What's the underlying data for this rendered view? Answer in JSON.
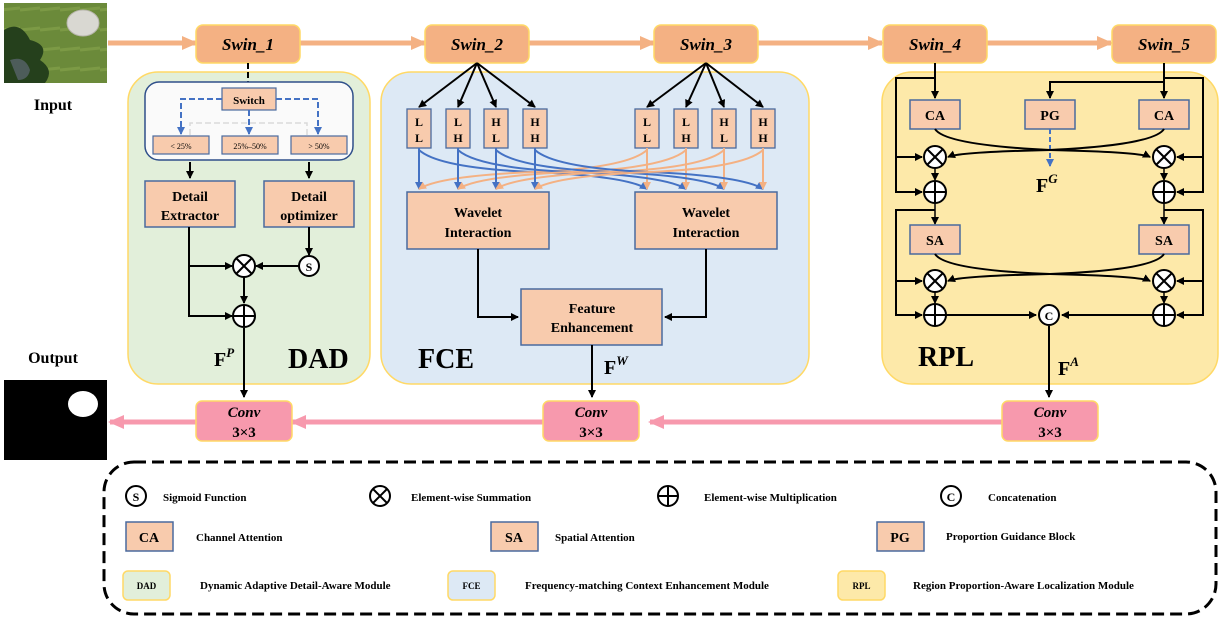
{
  "colors": {
    "swin_fill": "#f4b183",
    "swin_border": "#ffd966",
    "box_fill": "#f8cbad",
    "box_border": "#4a6a9e",
    "conv_fill": "#f799ad",
    "pipe_orange": "#f4b183",
    "pipe_pink": "#f799ad",
    "blue_arrow": "#4472c4",
    "dad_bg": "#e2efda",
    "fce_bg": "#dde9f5",
    "rpl_bg": "#fde9a9",
    "module_border": "#ffd966"
  },
  "io": {
    "input_label": "Input",
    "output_label": "Output"
  },
  "swin": [
    "Swin_1",
    "Swin_2",
    "Swin_3",
    "Swin_4",
    "Swin_5"
  ],
  "conv": {
    "line1": "Conv",
    "line2": "3×3"
  },
  "dad": {
    "title": "DAD",
    "switch_label": "Switch",
    "ranges": [
      "< 25%",
      "25%–50%",
      "> 50%"
    ],
    "detail_extractor": [
      "Detail",
      "Extractor"
    ],
    "detail_optimizer": [
      "Detail",
      "optimizer"
    ],
    "sigmoid_symbol": "S",
    "output_feature": "F",
    "output_sup": "P"
  },
  "fce": {
    "title": "FCE",
    "subbands": [
      [
        "L",
        "L"
      ],
      [
        "L",
        "H"
      ],
      [
        "H",
        "L"
      ],
      [
        "H",
        "H"
      ]
    ],
    "wavelet": [
      "Wavelet",
      "Interaction"
    ],
    "feature_enh": [
      "Feature",
      "Enhancement"
    ],
    "output_feature": "F",
    "output_sup": "W"
  },
  "rpl": {
    "title": "RPL",
    "ca": "CA",
    "sa": "SA",
    "pg": "PG",
    "concat_symbol": "C",
    "guidance_feature": "F",
    "guidance_sup": "G",
    "output_feature": "F",
    "output_sup": "A"
  },
  "legend": {
    "symbols": [
      {
        "icon": "sigmoid-icon",
        "glyph": "S",
        "label": "Sigmoid Function"
      },
      {
        "icon": "otimes-icon",
        "glyph": "",
        "label": "Element-wise Summation"
      },
      {
        "icon": "oplus-icon",
        "glyph": "",
        "label": "Element-wise Multiplication"
      },
      {
        "icon": "concat-icon",
        "glyph": "C",
        "label": "Concatenation"
      }
    ],
    "blocks": [
      {
        "abbr": "CA",
        "label": "Channel Attention"
      },
      {
        "abbr": "SA",
        "label": "Spatial Attention"
      },
      {
        "abbr": "PG",
        "label": "Proportion Guidance Block"
      }
    ],
    "modules": [
      {
        "abbr": "DAD",
        "label": "Dynamic Adaptive Detail-Aware Module",
        "color": "#e2efda"
      },
      {
        "abbr": "FCE",
        "label": "Frequency-matching Context Enhancement Module",
        "color": "#dde9f5"
      },
      {
        "abbr": "RPL",
        "label": "Region Proportion-Aware Localization Module",
        "color": "#fde9a9"
      }
    ]
  }
}
